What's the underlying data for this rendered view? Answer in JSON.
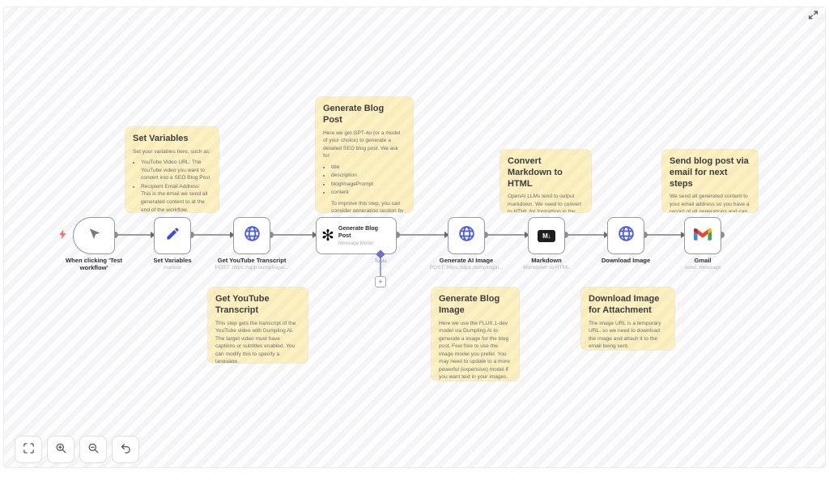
{
  "notes": [
    {
      "id": "set-variables-note",
      "title": "Set Variables",
      "intro": "Set your variables here, such as:",
      "bullets": [
        "YouTube Video URL: The YouTube video you want to convert into a SEO Blog Post",
        "Recipient Email Address: This is the email we send all generated content to at the end of the workflow."
      ]
    },
    {
      "id": "generate-blog-post-note",
      "title": "Generate Blog Post",
      "intro": "Here we get GPT-4o (or a model of your choice) to generate a detailed SEO blog post. We ask for:",
      "bullets": [
        "title",
        "description",
        "blogImagePrompt",
        "content"
      ],
      "outro": "To improve this step, you can consider generating section by section or replacing this with an AI Agent with research capabilities"
    },
    {
      "id": "convert-markdown-note",
      "title": "Convert Markdown to HTML",
      "body": "OpenAI LLMs tend to output markdown. We need to convert to HTML for formatting in the the Gmail node."
    },
    {
      "id": "send-email-note",
      "title": "Send blog post via email for next steps",
      "body": "We send all generated content to your email address so you have a record of all generations and can get it ready for publication"
    },
    {
      "id": "get-transcript-note",
      "title": "Get YouTube Transcript",
      "body": "This step gets the transcript of the YouTube video with Dumpling AI. The target video must have captions or subtitles enabled. You can modify this to specify a language."
    },
    {
      "id": "generate-blog-image-note",
      "title": "Generate Blog Image",
      "body": "Here we use the FLUX.1-dev model via Dumpling AI to generate a image for the blog post. Feel free to use the image model you prefer. You may need to update to a more powerful (expensive) model if you want text in your images."
    },
    {
      "id": "download-image-note",
      "title": "Download Image for Attachment",
      "body": "The image URL is a temporary URL, so we need to download the image and attach it to the email being sent."
    }
  ],
  "nodes": [
    {
      "id": "manual-trigger",
      "label": "When clicking 'Test workflow'",
      "sublabel": "",
      "icon": "cursor-icon"
    },
    {
      "id": "set-variables",
      "label": "Set Variables",
      "sublabel": "manual",
      "icon": "pencil-icon"
    },
    {
      "id": "get-youtube-transcript",
      "label": "Get YouTube Transcript",
      "sublabel": "POST: https://app.dumplingai...",
      "icon": "globe-icon"
    },
    {
      "id": "generate-blog-post",
      "label": "Generate Blog Post",
      "sublabel": "Message Model",
      "icon": "openai-icon",
      "icon_glyph": "✻",
      "tools": {
        "label": "Tools",
        "add_button": "+"
      }
    },
    {
      "id": "generate-ai-image",
      "label": "Generate AI Image",
      "sublabel": "POST: https://app.dumplingai...",
      "icon": "globe-icon"
    },
    {
      "id": "markdown",
      "label": "Markdown",
      "sublabel": "Markdown to HTML",
      "icon": "markdown-icon",
      "icon_text": "M↓"
    },
    {
      "id": "download-image",
      "label": "Download Image",
      "sublabel": "",
      "icon": "globe-icon"
    },
    {
      "id": "gmail",
      "label": "Gmail",
      "sublabel": "send: message",
      "icon": "gmail-icon"
    }
  ],
  "toolbar": {
    "buttons": [
      {
        "id": "fit-view",
        "icon": "fit-view-icon"
      },
      {
        "id": "zoom-in",
        "icon": "zoom-in-icon"
      },
      {
        "id": "zoom-out",
        "icon": "zoom-out-icon"
      },
      {
        "id": "undo",
        "icon": "undo-icon"
      }
    ]
  },
  "colors": {
    "sticky": "#fdf1c2",
    "node_border": "#98989e",
    "connection": "#9b9b9b",
    "tools_purple": "#6f6fc8",
    "trigger_bolt": "#ff6d5a",
    "pencil_blue": "#3b4bdb",
    "globe_blue": "#4a5ce8",
    "markdown_dark": "#1d1e20",
    "gmail_red": "#ea4335",
    "gmail_blue": "#4285f4",
    "gmail_green": "#34a853",
    "gmail_yellow": "#fbbc04"
  }
}
